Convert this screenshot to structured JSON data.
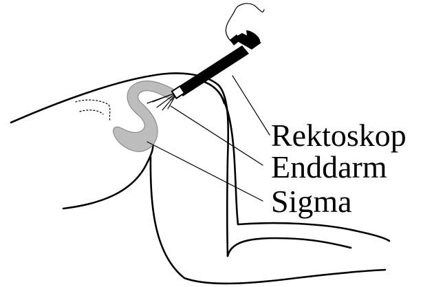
{
  "labels": {
    "rectoscope": "Rektoskop",
    "rectum": "Enddarm",
    "sigmoid": "Sigma"
  },
  "colors": {
    "line": "#000000",
    "intestine_fill": "#bdbdbd",
    "intestine_stroke": "#8a8a8a",
    "background": "#ffffff"
  }
}
